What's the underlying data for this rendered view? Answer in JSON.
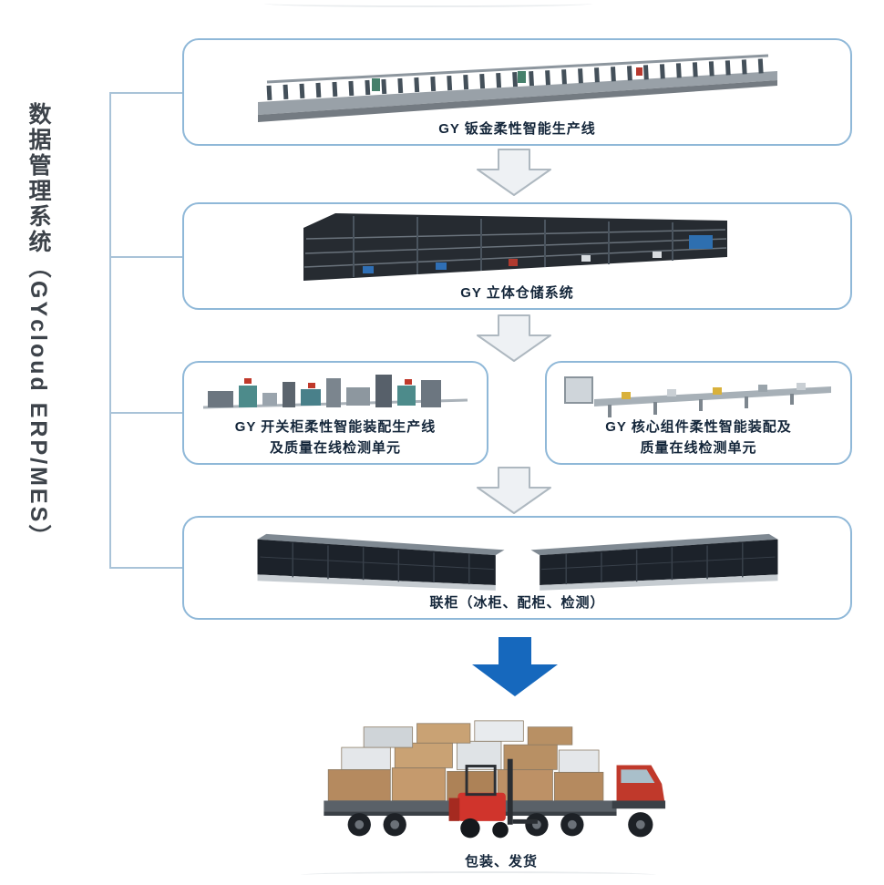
{
  "sidebar": {
    "label": "数据管理系统（GYcloud ERP/MES）"
  },
  "flow": {
    "box1": {
      "caption": "GY 钣金柔性智能生产线",
      "image": "sheet-metal-flexible-line-image"
    },
    "box2": {
      "caption": "GY 立体仓储系统",
      "image": "automated-storage-system-image"
    },
    "box3": {
      "caption_line1": "GY 开关柜柔性智能装配生产线",
      "caption_line2": "及质量在线检测单元",
      "image": "switchgear-assembly-line-image"
    },
    "box4": {
      "caption_line1": "GY 核心组件柔性智能装配及",
      "caption_line2": "质量在线检测单元",
      "image": "core-component-assembly-line-image"
    },
    "box5": {
      "caption": "联柜（冰柜、配柜、检测）",
      "image": "cabinet-row-testing-image"
    },
    "final": {
      "caption": "包装、发货",
      "image": "packing-shipping-truck-image"
    }
  },
  "icons": {
    "flow_arrow": "down-block-arrow-icon",
    "ship_arrow": "solid-down-arrow-icon"
  },
  "colors": {
    "box_border": "#8fb8d8",
    "connector_line": "#a9c3d8",
    "caption_text": "#14263a",
    "sidebar_text": "#3d434a",
    "hollow_arrow_fill": "#eef1f4",
    "hollow_arrow_stroke": "#aeb8c0",
    "solid_arrow": "#1668bd",
    "forklift_red": "#d0342c",
    "truck_cab_red": "#c0392b"
  }
}
